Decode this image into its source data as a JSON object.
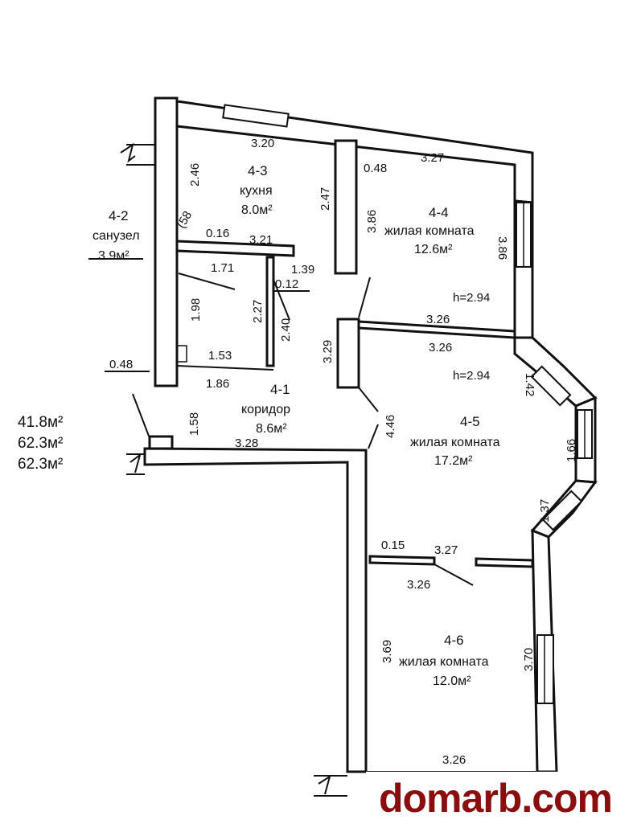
{
  "rooms": {
    "r43": {
      "num": "4-3",
      "name": "кухня",
      "area": "8.0м²"
    },
    "r44": {
      "num": "4-4",
      "name": "жилая комната",
      "area": "12.6м²"
    },
    "r42": {
      "num": "4-2",
      "name": "санузел",
      "area": "3.9м²"
    },
    "r41": {
      "num": "4-1",
      "name": "коридор",
      "area": "8.6м²"
    },
    "r45": {
      "num": "4-5",
      "name": "жилая комната",
      "area": "17.2м²"
    },
    "r46": {
      "num": "4-6",
      "name": "жилая комната",
      "area": "12.0м²"
    }
  },
  "dimensions": {
    "d320": "3.20",
    "d327a": "3.27",
    "d246": "2.46",
    "d247": "2.47",
    "d048a": "0.48",
    "d386": "3.86",
    "d386b": "3.86",
    "d016": "0.16",
    "d321": "3.21",
    "d171": "1.71",
    "d139": "1.39",
    "d012": "0.12",
    "d198": "1.98",
    "d227": "2.27",
    "d240": "2.40",
    "d153": "1.53",
    "d186": "1.86",
    "d048b": "0.48",
    "d329": "3.29",
    "d326a": "3.26",
    "d326b": "3.26",
    "h1": "h=2.94",
    "h2": "h=2.94",
    "d142": "1.42",
    "d158": "1.58",
    "d446": "4.46",
    "d328": "3.28",
    "d166": "1.66",
    "d137": "1.37",
    "d015": "0.15",
    "d327b": "3.27",
    "d326c": "3.26",
    "d369": "3.69",
    "d370": "3.70",
    "d326d": "3.26",
    "door_mark": "(58"
  },
  "totals": [
    "41.8м²",
    "62.3м²",
    "62.3м²"
  ],
  "watermark": "domarb.com"
}
